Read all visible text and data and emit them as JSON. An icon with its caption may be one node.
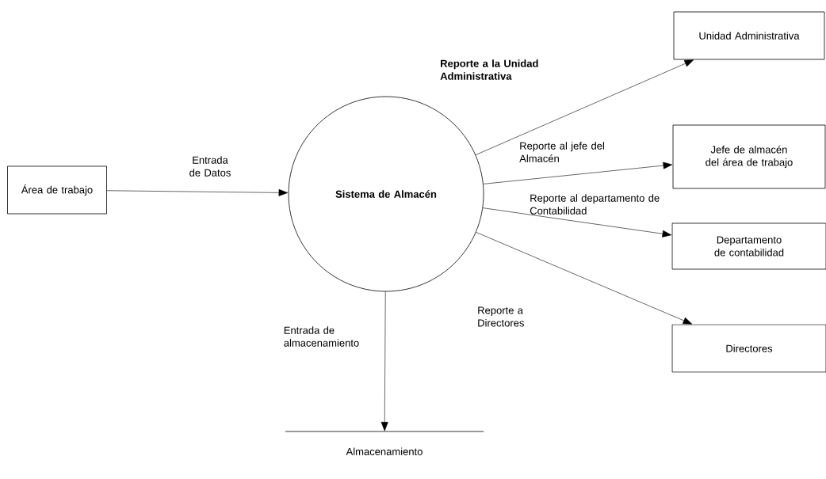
{
  "diagram": {
    "nodes": [
      {
        "text": [
          "Área de trabajo"
        ]
      },
      {
        "text": [
          "Sistema de Almacén"
        ]
      },
      {
        "text": [
          "Unidad Administrativa"
        ]
      },
      {
        "text": [
          "Jefe de almacén del área de trabajo"
        ]
      },
      {
        "text": [
          "Departamento de contabilidad"
        ]
      },
      {
        "text": [
          "Directores"
        ]
      },
      {
        "text": [
          "Almacenamiento"
        ]
      }
    ],
    "edges": [
      {
        "from": 0,
        "to": 1,
        "arrow": "to",
        "label": "Entrada de Datos"
      },
      {
        "from": 1,
        "to": 2,
        "arrow": "to",
        "label": "Reporte a la Unidad Administrativa"
      },
      {
        "from": 1,
        "to": 3,
        "arrow": "to",
        "label": "Reporte al jefe del Almacén"
      },
      {
        "from": 1,
        "to": 4,
        "arrow": "to",
        "label": "Reporte al departamento de Contabilidad"
      },
      {
        "from": 1,
        "to": 5,
        "arrow": "to",
        "label": "Reporte a Directores"
      },
      {
        "from": 1,
        "to": 6,
        "arrow": "to",
        "label": "Entrada de almacenamiento"
      }
    ]
  }
}
